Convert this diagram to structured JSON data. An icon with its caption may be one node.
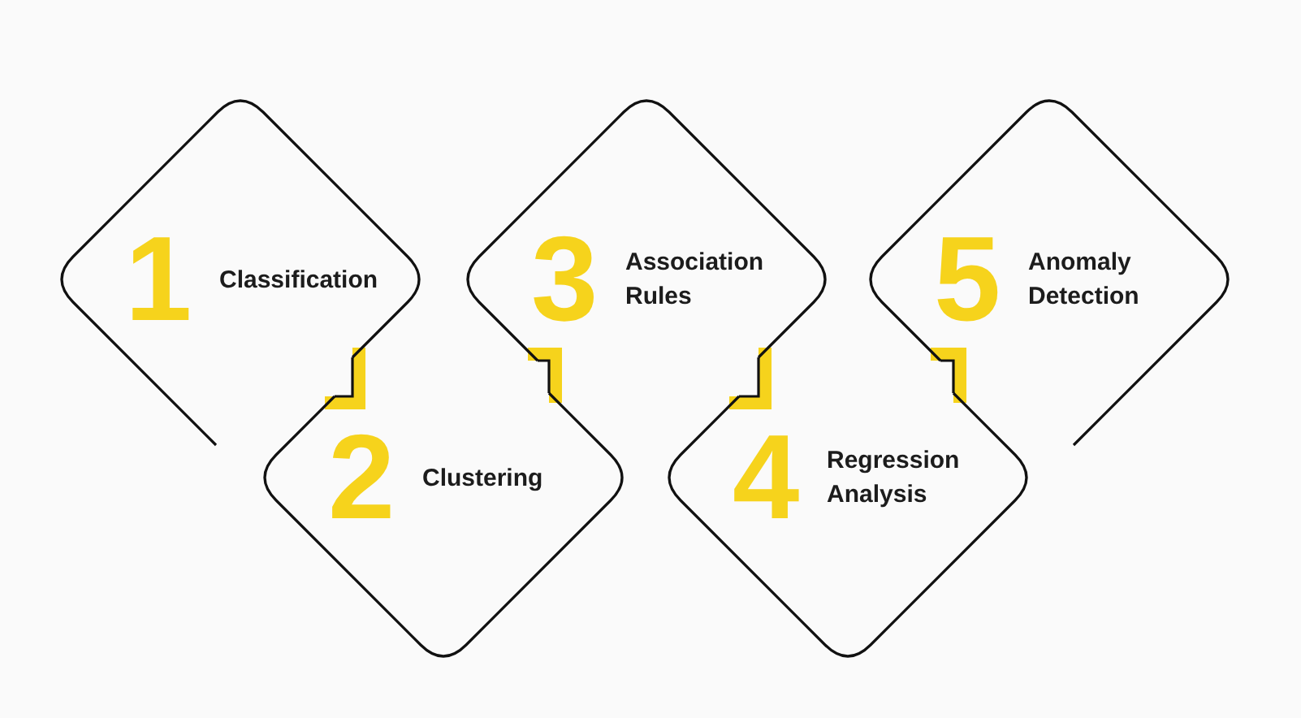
{
  "diagram": {
    "nodes": [
      {
        "text": [
          "1",
          "Classification"
        ]
      },
      {
        "text": [
          "2",
          "Clustering"
        ]
      },
      {
        "text": [
          "3",
          "Association Rules"
        ]
      },
      {
        "text": [
          "4",
          "Regression Analysis"
        ]
      },
      {
        "text": [
          "5",
          "Anomaly Detection"
        ]
      }
    ]
  }
}
